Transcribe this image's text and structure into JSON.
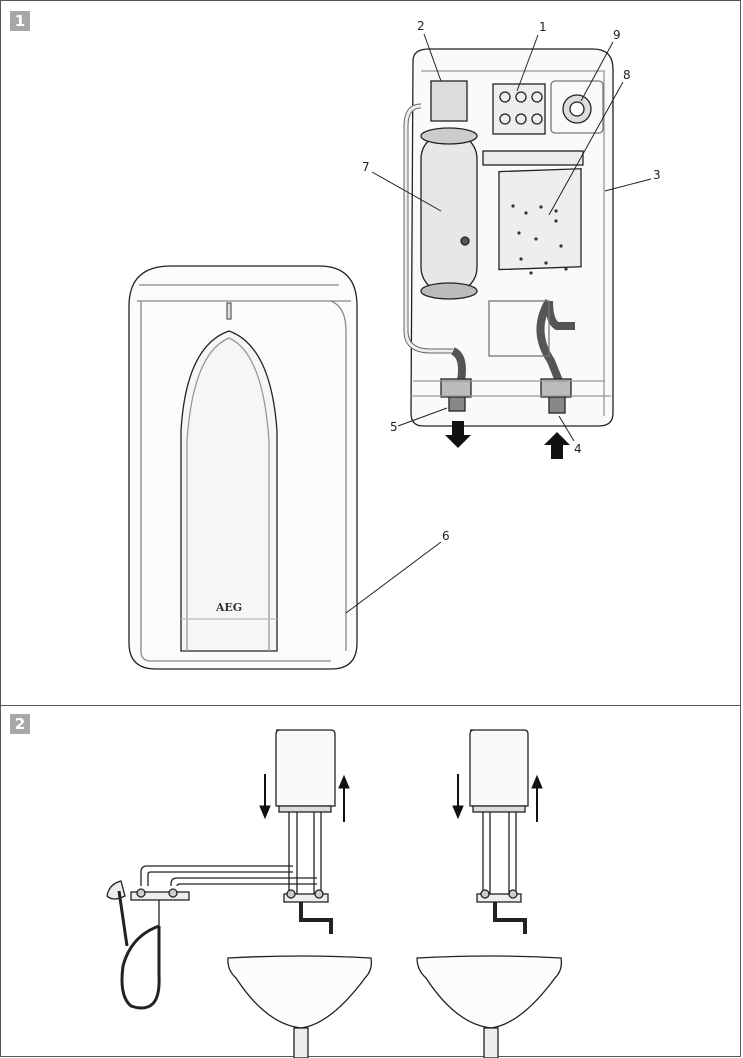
{
  "figure1": {
    "badge": "1",
    "brand_logo": "AEG",
    "callouts": [
      "1",
      "2",
      "3",
      "4",
      "5",
      "6",
      "7",
      "8",
      "9"
    ]
  },
  "figure2": {
    "badge": "2"
  },
  "colors": {
    "badge_bg": "#a7a7a7",
    "line": "#222222",
    "frame": "#555555"
  }
}
